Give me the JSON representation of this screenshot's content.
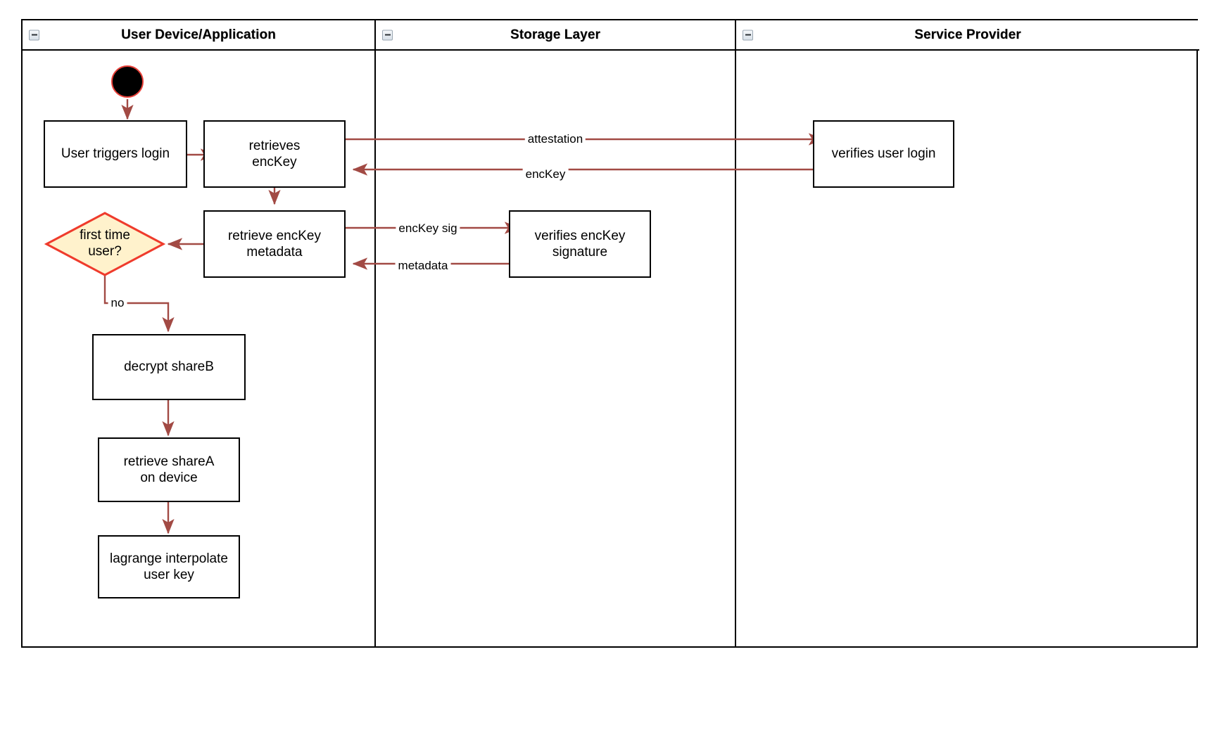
{
  "diagram": {
    "type": "swimlane-activity-diagram",
    "background": "#ffffff",
    "colors": {
      "edge": "#a24a44",
      "node_border": "#000000",
      "decision_fill": "#fff2cc",
      "decision_border": "#ef3b2c",
      "start_fill": "#000000",
      "start_border": "#e8413a",
      "frame": "#000000"
    }
  },
  "lanes": [
    {
      "id": "user-device",
      "title": "User Device/Application",
      "collapse_icon": "minus-square-icon"
    },
    {
      "id": "storage-layer",
      "title": "Storage Layer",
      "collapse_icon": "minus-square-icon"
    },
    {
      "id": "service-provider",
      "title": "Service Provider",
      "collapse_icon": "minus-square-icon"
    }
  ],
  "nodes": [
    {
      "id": "start",
      "lane": "user-device",
      "shape": "initial-node",
      "label": ""
    },
    {
      "id": "user-triggers-login",
      "lane": "user-device",
      "shape": "activity",
      "label": "User triggers login"
    },
    {
      "id": "retrieves-enckey",
      "lane": "user-device",
      "shape": "activity",
      "label": "retrieves\nencKey"
    },
    {
      "id": "retrieve-enckey-metadata",
      "lane": "user-device",
      "shape": "activity",
      "label": "retrieve encKey\nmetadata"
    },
    {
      "id": "first-time-user",
      "lane": "user-device",
      "shape": "decision",
      "label": "first time\nuser?"
    },
    {
      "id": "decrypt-shareb",
      "lane": "user-device",
      "shape": "activity",
      "label": "decrypt shareB"
    },
    {
      "id": "retrieve-sharea-on-device",
      "lane": "user-device",
      "shape": "activity",
      "label": "retrieve shareA\non device"
    },
    {
      "id": "lagrange-interpolate-user-key",
      "lane": "user-device",
      "shape": "activity",
      "label": "lagrange interpolate\nuser key"
    },
    {
      "id": "verifies-enckey-signature",
      "lane": "storage-layer",
      "shape": "activity",
      "label": "verifies encKey\nsignature"
    },
    {
      "id": "verifies-user-login",
      "lane": "service-provider",
      "shape": "activity",
      "label": "verifies user login"
    }
  ],
  "edges": [
    {
      "id": "e1",
      "from": "start",
      "to": "user-triggers-login",
      "label": ""
    },
    {
      "id": "e2",
      "from": "user-triggers-login",
      "to": "retrieves-enckey",
      "label": ""
    },
    {
      "id": "e3",
      "from": "retrieves-enckey",
      "to": "verifies-user-login",
      "label": "attestation"
    },
    {
      "id": "e4",
      "from": "verifies-user-login",
      "to": "retrieves-enckey",
      "label": "encKey"
    },
    {
      "id": "e5",
      "from": "retrieves-enckey",
      "to": "retrieve-enckey-metadata",
      "label": ""
    },
    {
      "id": "e6",
      "from": "retrieve-enckey-metadata",
      "to": "verifies-enckey-signature",
      "label": "encKey sig"
    },
    {
      "id": "e7",
      "from": "verifies-enckey-signature",
      "to": "retrieve-enckey-metadata",
      "label": "metadata"
    },
    {
      "id": "e8",
      "from": "retrieve-enckey-metadata",
      "to": "first-time-user",
      "label": ""
    },
    {
      "id": "e9",
      "from": "first-time-user",
      "to": "decrypt-shareb",
      "label": "no"
    },
    {
      "id": "e10",
      "from": "decrypt-shareb",
      "to": "retrieve-sharea-on-device",
      "label": ""
    },
    {
      "id": "e11",
      "from": "retrieve-sharea-on-device",
      "to": "lagrange-interpolate-user-key",
      "label": ""
    }
  ],
  "edge_labels": {
    "attestation": "attestation",
    "enckey": "encKey",
    "enckey_sig": "encKey sig",
    "metadata": "metadata",
    "no": "no"
  }
}
